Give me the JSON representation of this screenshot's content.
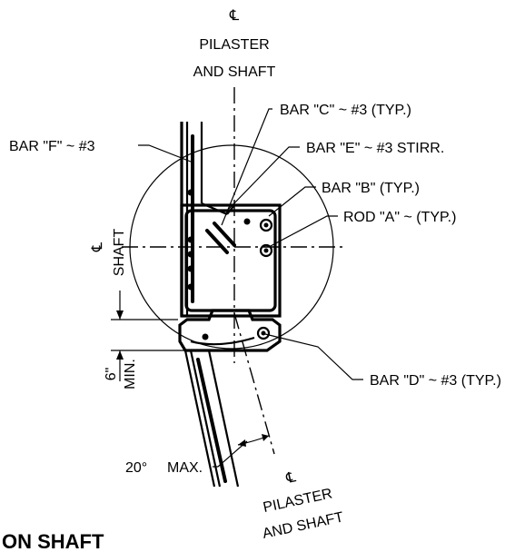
{
  "centerline_symbol": "℄",
  "top_centerline": {
    "line1": "PILASTER",
    "line2": "AND SHAFT"
  },
  "bottom_centerline": {
    "line1": "PILASTER",
    "line2": "AND SHAFT"
  },
  "shaft_centerline": {
    "label": "SHAFT"
  },
  "callouts": {
    "bar_c": "BAR \"C\" ~ #3 (TYP.)",
    "bar_e": "BAR \"E\" ~ #3 STIRR.",
    "bar_b": "BAR \"B\" (TYP.)",
    "rod_a": "ROD \"A\" ~ (TYP.)",
    "bar_d": "BAR \"D\" ~ #3 (TYP.)",
    "bar_f": "BAR \"F\" ~ #3"
  },
  "dimensions": {
    "min_value": "6\"",
    "min_label": "MIN.",
    "angle_value": "20°",
    "angle_label": "MAX."
  },
  "title_fragment": "ON SHAFT"
}
